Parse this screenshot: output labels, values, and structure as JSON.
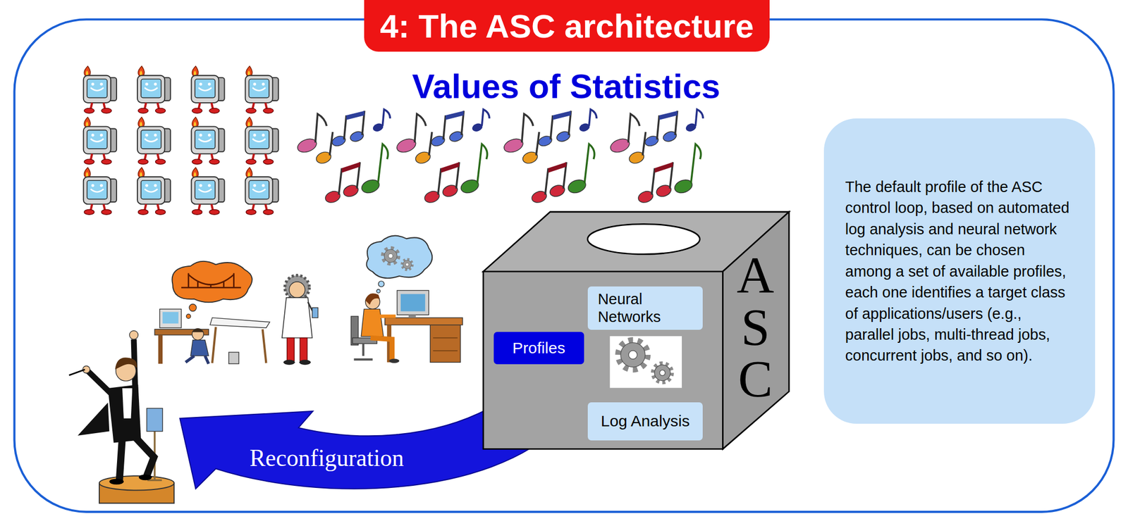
{
  "diagram": {
    "title": "4: The ASC architecture",
    "nodes": [
      {
        "text": [
          "ASC"
        ]
      },
      {
        "text": [
          "Neural Networks"
        ],
        "in": 0
      },
      {
        "text": [
          "Profiles"
        ],
        "in": 0
      },
      {
        "text": [
          "Log Analysis"
        ],
        "in": 0
      },
      {
        "text": [
          "The default profile of the ASC control loop, based on automated log analysis and neural network techniques, can be chosen among a set of available profiles, each one identifies a target class of applications/users (e.g., parallel jobs, multi-thread jobs, concurrent jobs, and so on)."
        ]
      }
    ],
    "labels": [
      "Values of Statistics",
      "Reconfiguration"
    ]
  }
}
